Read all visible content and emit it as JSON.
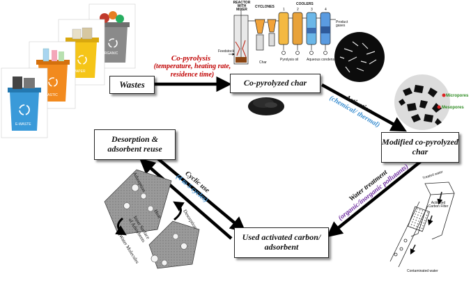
{
  "boxes": {
    "wastes": "Wastes",
    "copyrolyzed_char": "Co-pyrolyzed char",
    "modified_char": "Modified co-pyrolyzed char",
    "used_carbon": "Used activated carbon/ adsorbent",
    "desorption": "Desorption & adsorbent reuse"
  },
  "arrows": {
    "copyrolysis_title": "Co-pyrolysis",
    "copyrolysis_params": "(temperature, heating rate, residence time)",
    "activation_title": "Activation",
    "activation_detail": "(chemical/ thermal)",
    "water_treatment_title": "Water treatment",
    "water_treatment_detail": "(organic/inorganic pollutants)",
    "cyclic_title": "Cyclic use",
    "cyclic_detail": "(4 to 5 cycles)"
  },
  "bins": [
    "E-WASTE",
    "PLASTIC",
    "PAPER",
    "ORGANIC"
  ],
  "reactor": {
    "reactor_label": "REACTOR WITH MIXER",
    "cyclones_label": "CYCLONES",
    "coolers_label": "COOLERS",
    "feedstock": "Feedstock",
    "char": "Char",
    "pyrolysis_oil": "Pyrolysis oil",
    "aqueous": "Aqueous condensate",
    "product_gases": "Product gases",
    "cooler_numbers": [
      "1",
      "2",
      "3",
      "4"
    ]
  },
  "pores": {
    "micro": "Micropores",
    "meso": "Mesopores"
  },
  "adsorption_panel": {
    "adsorption": "Adsorption",
    "heat": "Heat",
    "desorption": "Desorption",
    "inner_surface": "Inner Surface of Adsorbents",
    "water_molecules": "Water Molecules"
  },
  "filter_panel": {
    "treated_water": "Treated water",
    "filter": "Activated Carbon Filter",
    "contaminated": "Contaminated water"
  },
  "colors": {
    "red_text": "#c00000",
    "blue_text": "#3b8ed0",
    "purple_text": "#7030a0",
    "green_text": "#2e8b22",
    "bin_ewaste": "#3a9ad9",
    "bin_plastic": "#f28a1e",
    "bin_paper": "#f5c518",
    "bin_organic": "#8a8a8a"
  }
}
